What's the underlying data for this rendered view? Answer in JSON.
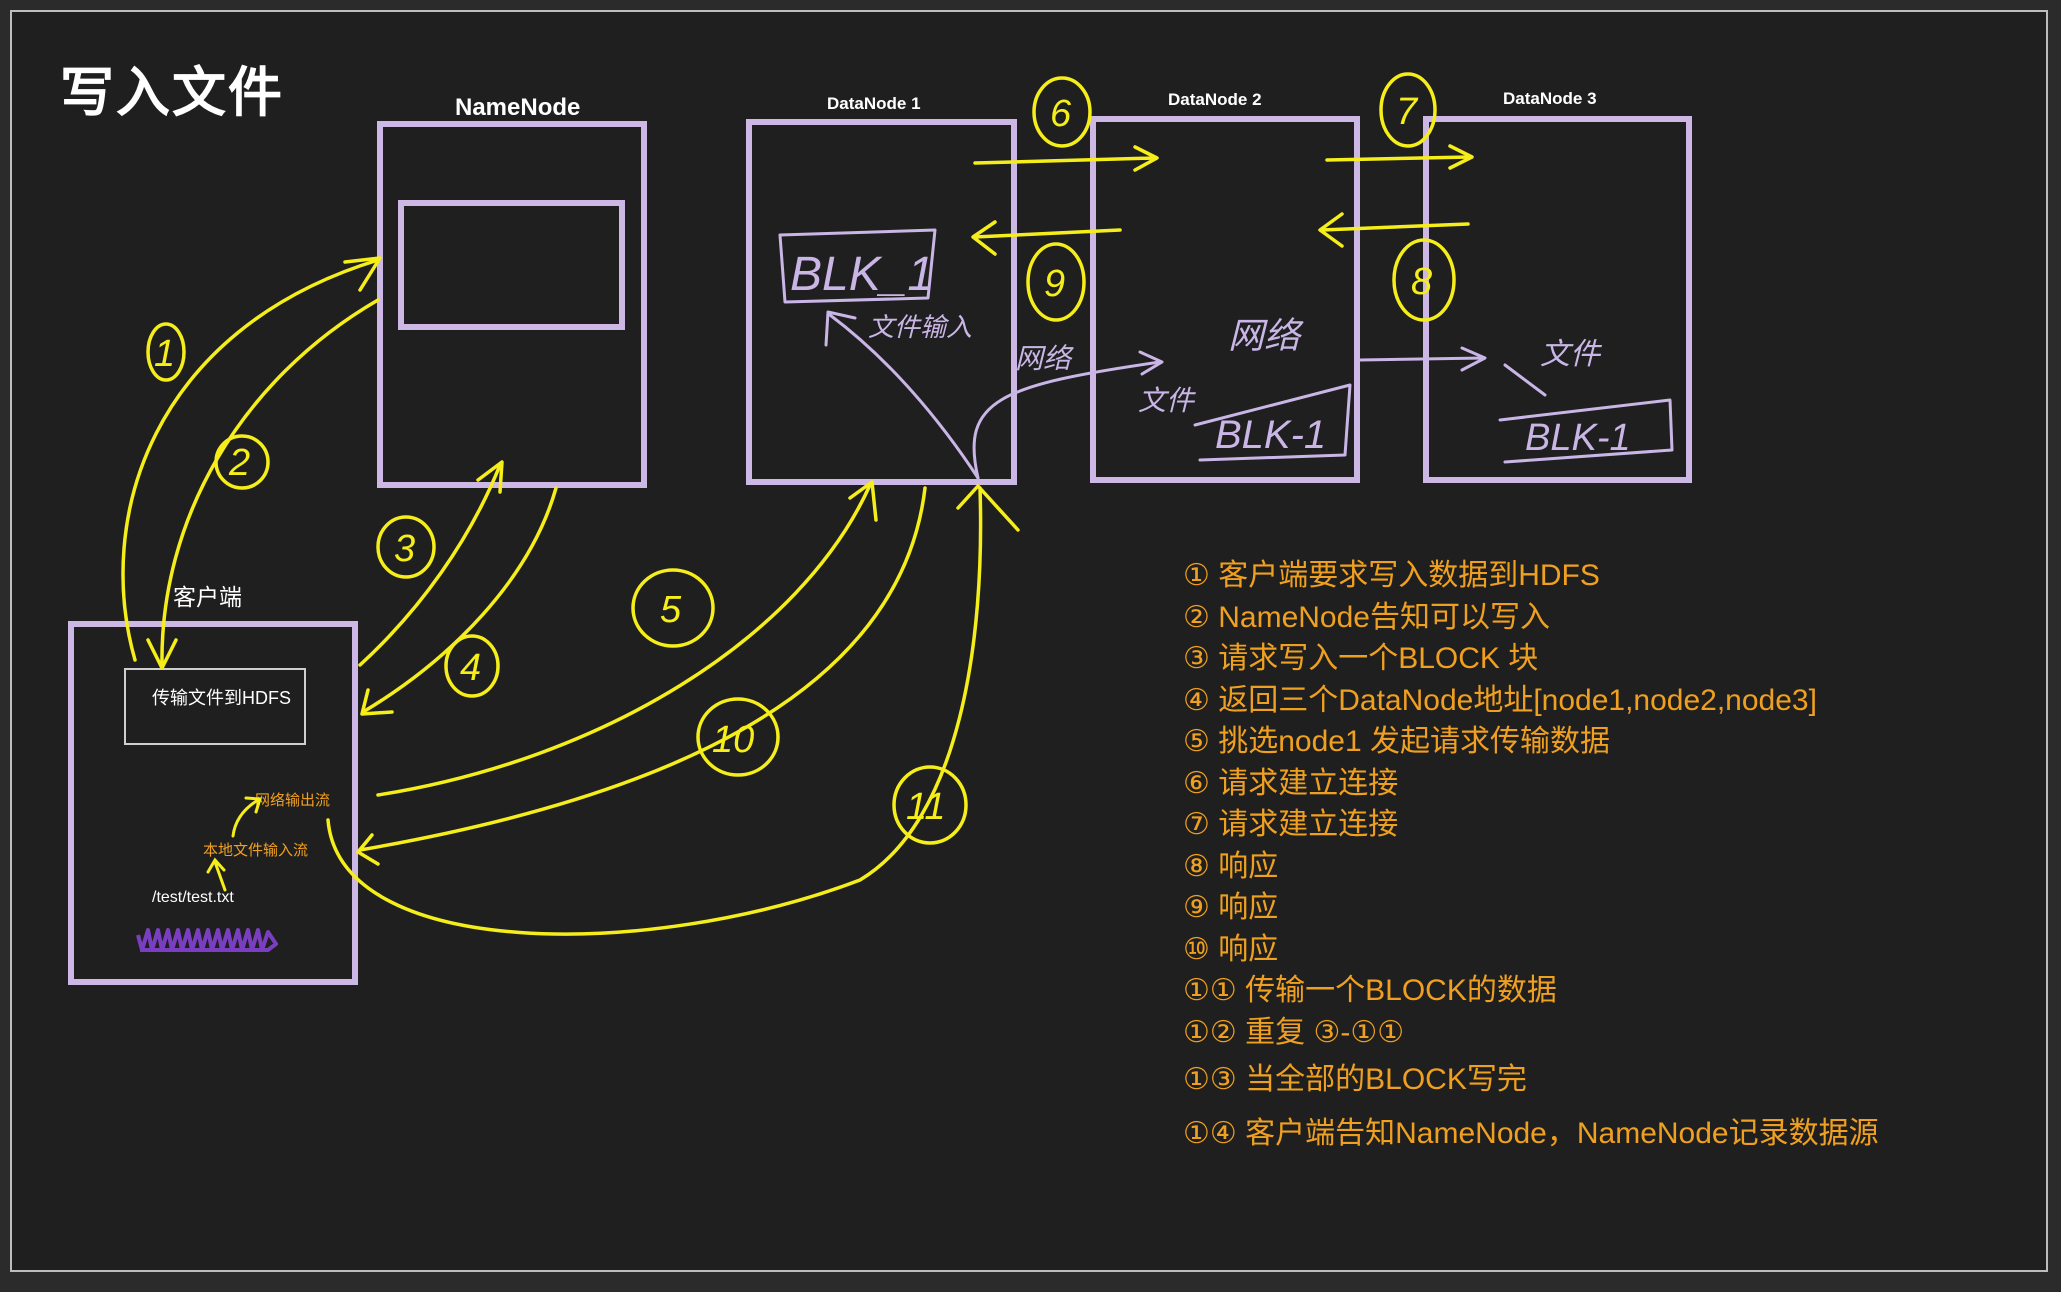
{
  "title": "写入文件",
  "nodes": {
    "namenode": "NameNode",
    "datanode1": "DataNode 1",
    "datanode2": "DataNode 2",
    "datanode3": "DataNode 3",
    "client": "客户端"
  },
  "client_box": {
    "upload_label": "传输文件到HDFS",
    "network_output": "网络输出流",
    "local_input": "本地文件输入流",
    "file_path": "/test/test.txt"
  },
  "handwritten": {
    "blk1": "BLK_1",
    "blk2": "BLK-1",
    "blk3": "BLK-1",
    "file_stream": "文件输入",
    "network_dn1": "网络",
    "network_dn2": "网络",
    "file_dn2": "文件",
    "file_dn3": "文件",
    "circle_numbers": [
      "1",
      "2",
      "3",
      "4",
      "5",
      "6",
      "7",
      "8",
      "9",
      "10",
      "11"
    ]
  },
  "steps": [
    "① 客户端要求写入数据到HDFS",
    "② NameNode告知可以写入",
    "③ 请求写入一个BLOCK 块",
    "④ 返回三个DataNode地址[node1,node2,node3]",
    "⑤ 挑选node1 发起请求传输数据",
    "⑥ 请求建立连接",
    "⑦ 请求建立连接",
    "⑧ 响应",
    "⑨ 响应",
    "⑩ 响应",
    "①① 传输一个BLOCK的数据",
    "①② 重复 ③-①①",
    "①③ 当全部的BLOCK写完",
    "①④ 客户端告知NameNode，NameNode记录数据源"
  ],
  "colors": {
    "background": "#1f1f1f",
    "box_border": "#cdb7e4",
    "arrow_yellow": "#f5ee1a",
    "handwriting_purple": "#c9b6e6",
    "step_text": "#f0a020",
    "scribble": "#7a3fc0"
  }
}
